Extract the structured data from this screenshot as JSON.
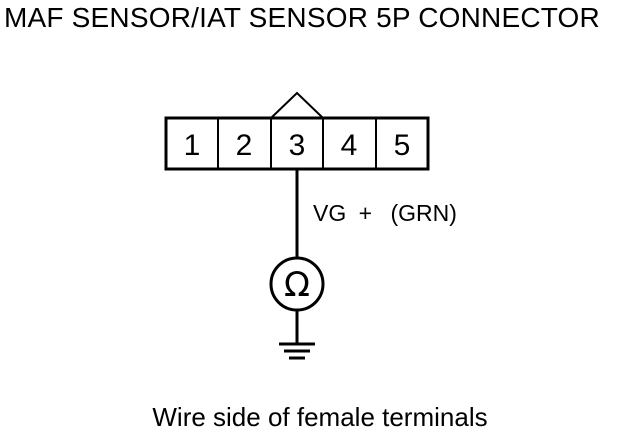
{
  "title": "MAF SENSOR/IAT SENSOR 5P CONNECTOR",
  "connector": {
    "pins": [
      "1",
      "2",
      "3",
      "4",
      "5"
    ],
    "measured_pin": "3"
  },
  "wire": {
    "signal": "VG",
    "polarity": "+",
    "color": "(GRN)"
  },
  "meter": {
    "symbol": "Ω",
    "icon": "ohmmeter-icon"
  },
  "ground": {
    "icon": "ground-icon"
  },
  "caption": "Wire side of female terminals"
}
